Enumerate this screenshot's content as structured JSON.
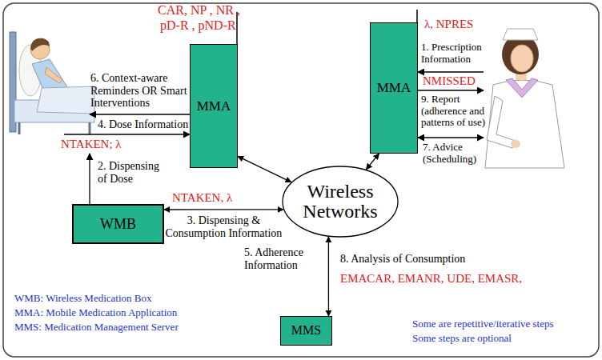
{
  "diagram": {
    "nodes": [
      {
        "text": [
          "MMA"
        ]
      },
      {
        "text": [
          "MMA"
        ]
      },
      {
        "text": [
          "Wireless Networks"
        ]
      },
      {
        "text": [
          "WMB"
        ]
      },
      {
        "text": [
          "MMS"
        ]
      }
    ],
    "edges": [
      {
        "from": 0,
        "to": 2,
        "arrow": "both"
      },
      {
        "from": 1,
        "to": 2,
        "arrow": "both"
      },
      {
        "from": 3,
        "to": 2,
        "label": "3. Dispensing & Consumption Information",
        "arrow": "both"
      },
      {
        "from": 2,
        "to": 4,
        "arrow": "both"
      }
    ],
    "labels": [
      "CAR, NP , NR ,",
      "pD-R , pND-R",
      "6. Context-aware Reminders OR Smart Interventions",
      "4. Dose Information",
      "NTAKEN; λ",
      "2. Dispensing of Dose",
      "NTAKEN, λ",
      "λ, NPRES",
      "1. Prescription Information",
      "NMISSED",
      "9. Report (adherence and patterns of use)",
      "7. Advice (Scheduling)",
      "5. Adherence Information",
      "8. Analysis of Consumption",
      "EMACAR, EMANR, UDE, EMASR,",
      "WMB: Wireless Medication Box",
      "MMA: Mobile Medication Application",
      "MMS: Medication Management Server",
      "Some are repetitive/iterative steps",
      "Some steps are optional"
    ]
  }
}
